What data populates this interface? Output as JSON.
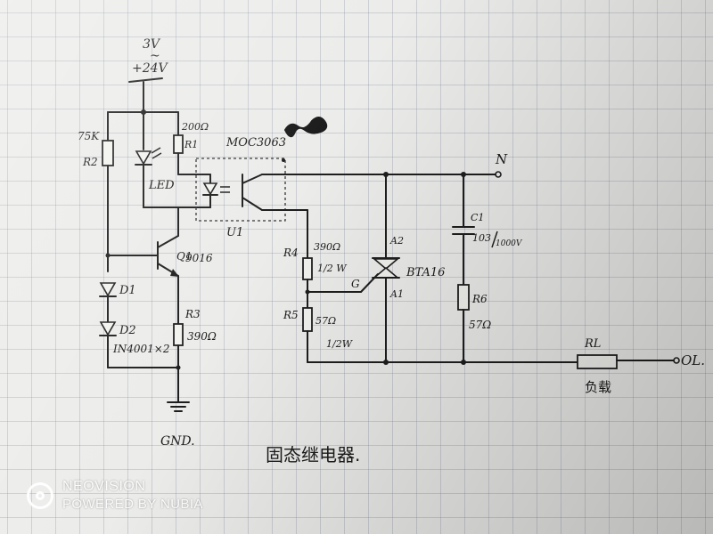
{
  "supply": {
    "line1": "3V",
    "line2": "~",
    "line3": "+24V"
  },
  "ground": {
    "label": "GND."
  },
  "moc": {
    "part": "MOC3063",
    "ref": "U1"
  },
  "neutral": {
    "label": "N"
  },
  "load_terminal": {
    "label": "OL."
  },
  "title": {
    "text": "固态继电器."
  },
  "components": {
    "r1": {
      "value": "200Ω",
      "ref": "R1"
    },
    "r2": {
      "value": "75K",
      "ref": "R2"
    },
    "led": {
      "ref": "LED"
    },
    "q1": {
      "ref": "Q1",
      "part": "9016"
    },
    "d1": {
      "ref": "D1"
    },
    "d2": {
      "ref": "D2"
    },
    "diodes": {
      "part": "IN4001×2"
    },
    "r3": {
      "ref": "R3",
      "value": "390Ω"
    },
    "r4": {
      "ref": "R4",
      "value": "390Ω",
      "power": "1/2 W"
    },
    "r5": {
      "ref": "R5",
      "value": "57Ω",
      "power": "1/2W"
    },
    "triac": {
      "part": "BTA16",
      "a2": "A2",
      "a1": "A1",
      "gate": "G"
    },
    "c1": {
      "ref": "C1",
      "value": "103",
      "rating": "1000V"
    },
    "r6": {
      "ref": "R6",
      "value": "57Ω"
    },
    "rl": {
      "ref": "RL",
      "caption": "负载"
    }
  },
  "watermark": {
    "line1": "NEOVISION",
    "line2": "POWERED BY NUBIA"
  }
}
